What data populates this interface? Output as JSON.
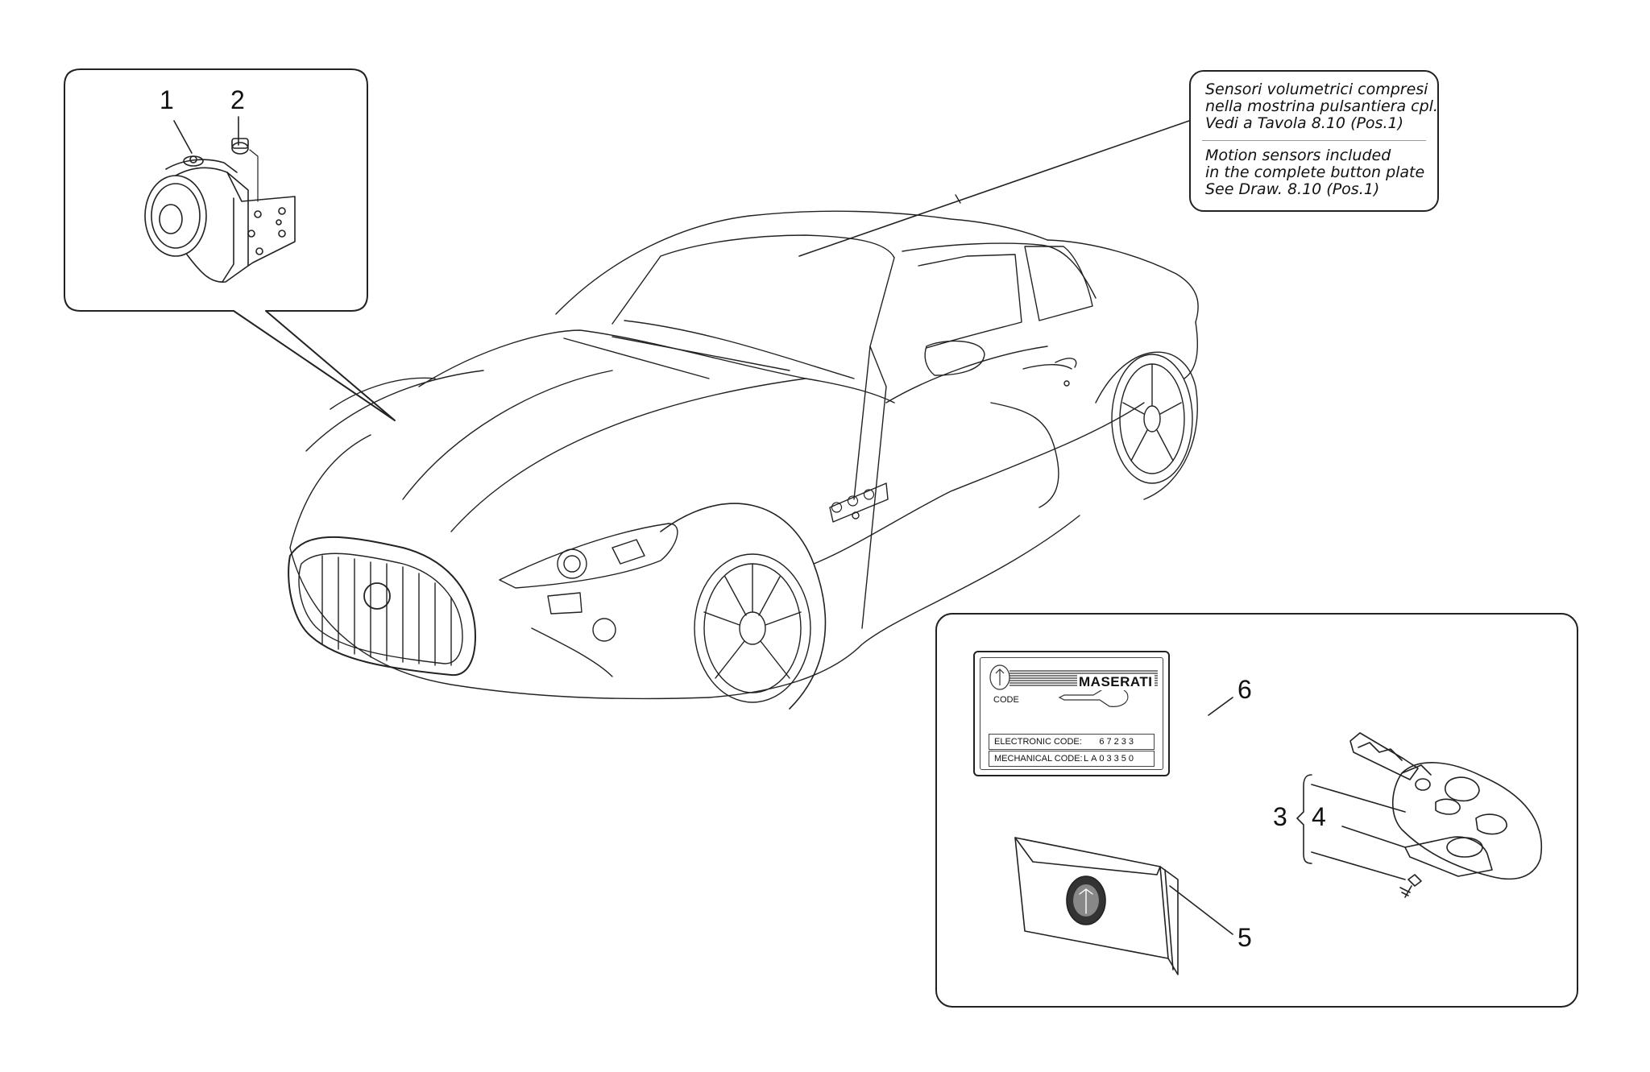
{
  "note": {
    "it_lines": [
      "Sensori volumetrici compresi",
      "nella mostrina pulsantiera cpl.",
      "Vedi a Tavola 8.10 (Pos.1)"
    ],
    "en_lines": [
      "Motion sensors included",
      "in the complete button plate",
      "See Draw. 8.10 (Pos.1)"
    ]
  },
  "parts": [
    "1",
    "2",
    "3",
    "4",
    "5",
    "6"
  ],
  "code_label": {
    "brand": "MASERATI",
    "code_caption": "CODE",
    "electronic_key": "ELECTRONIC CODE:",
    "electronic_value": "67233",
    "mechanical_key": "MECHANICAL CODE:",
    "mechanical_value": "LA03350"
  }
}
